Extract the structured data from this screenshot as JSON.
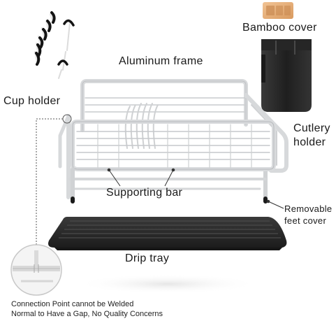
{
  "labels": {
    "bamboo_cover": "Bamboo  cover",
    "aluminum_frame": "Aluminum  frame",
    "cup_holder": "Cup holder",
    "cutlery_holder_line1": "Cutlery",
    "cutlery_holder_line2": "holder",
    "supporting_bar": "Supporting  bar",
    "removable_feet_line1": "Removable",
    "removable_feet_line2": "feet cover",
    "drip_tray": "Drip  tray"
  },
  "note": {
    "line1": "Connection Point cannot be Welded",
    "line2": "Normal to Have a Gap, No Quality Concerns"
  },
  "colors": {
    "frame": "#d9dadc",
    "frame_edge": "#b9bbbe",
    "tray": "#2b2b2b",
    "cutlery": "#2a2a2a",
    "bamboo": "#e7b07c",
    "hook": "#121212"
  }
}
